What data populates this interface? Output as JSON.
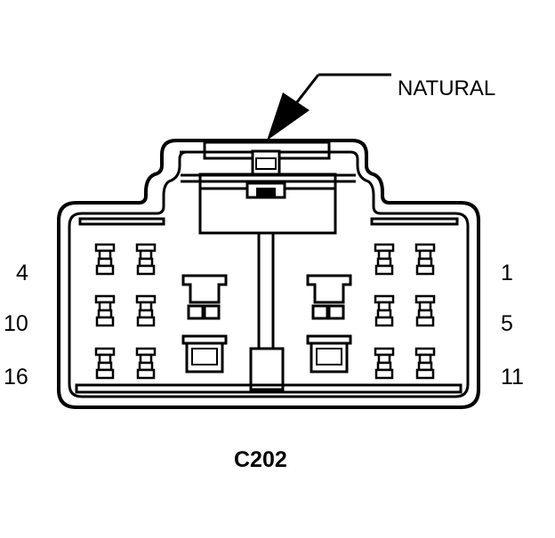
{
  "diagram": {
    "color_label": "NATURAL",
    "connector_id": "C202",
    "pin_labels": {
      "left_top": "4",
      "left_middle": "10",
      "left_bottom": "16",
      "right_top": "1",
      "right_middle": "5",
      "right_bottom": "11"
    }
  }
}
